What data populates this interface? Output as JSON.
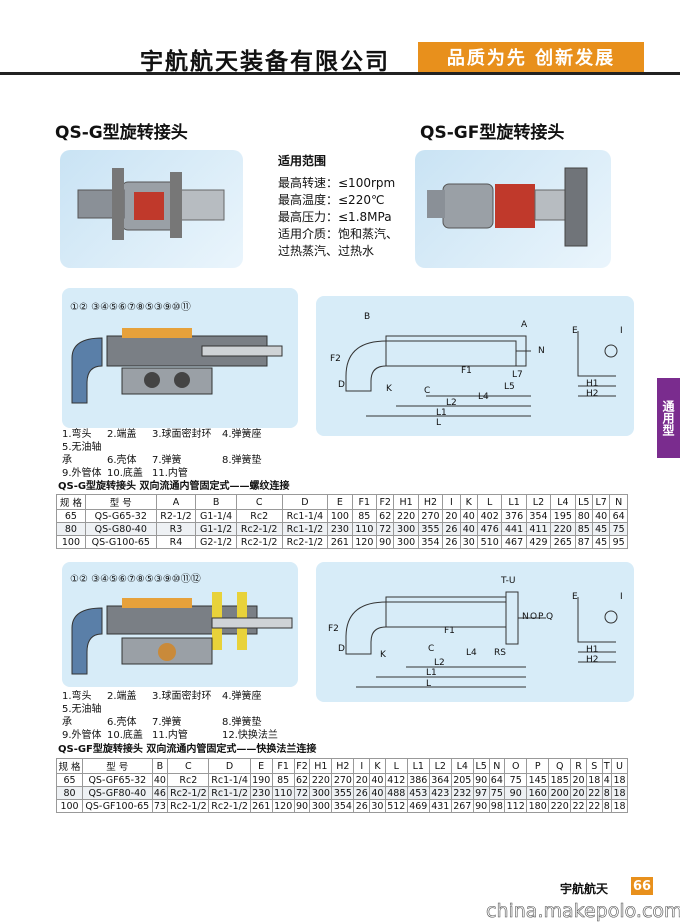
{
  "header": {
    "company": "宇航航天装备有限公司",
    "slogan": "品质为先  创新发展"
  },
  "side_tab": "通用型",
  "products": {
    "g_title": "QS-G型旋转接头",
    "gf_title": "QS-GF型旋转接头"
  },
  "specs": {
    "title": "适用范围",
    "lines": [
      "最高转速：≤100rpm",
      "最高温度：≤220℃",
      "最高压力：≤1.8MPa",
      "适用介质：饱和蒸汽、",
      "过热蒸汽、过热水"
    ]
  },
  "diagram1": {
    "callouts": "①②  ③④⑤⑥⑦⑧⑤③⑨⑩⑪",
    "legend": [
      [
        "1.弯头",
        "2.端盖",
        "3.球面密封环",
        "4.弹簧座"
      ],
      [
        "5.无油轴承",
        "6.壳体",
        "7.弹簧",
        "8.弹簧垫"
      ],
      [
        "9.外管体",
        "10.底盖",
        "11.内管",
        ""
      ]
    ]
  },
  "dims1": {
    "B": "B",
    "A": "A",
    "E": "E",
    "I": "I",
    "F2": "F2",
    "D": "D",
    "K": "K",
    "C": "C",
    "F1": "F1",
    "L4": "L4",
    "L5": "L5",
    "L7": "L7",
    "N": "N",
    "L2": "L2",
    "L1": "L1",
    "L": "L",
    "H1": "H1",
    "H2": "H2"
  },
  "table1": {
    "caption": "QS-G型旋转接头  双向流通内管固定式——螺纹连接",
    "headers": [
      "规 格",
      "型    号",
      "A",
      "B",
      "C",
      "D",
      "E",
      "F1",
      "F2",
      "H1",
      "H2",
      "I",
      "K",
      "L",
      "L1",
      "L2",
      "L4",
      "L5",
      "L7",
      "N"
    ],
    "rows": [
      [
        "65",
        "QS-G65-32",
        "R2-1/2",
        "G1-1/4",
        "Rc2",
        "Rc1-1/4",
        "100",
        "85",
        "62",
        "220",
        "270",
        "20",
        "40",
        "402",
        "376",
        "354",
        "195",
        "80",
        "40",
        "64"
      ],
      [
        "80",
        "QS-G80-40",
        "R3",
        "G1-1/2",
        "Rc2-1/2",
        "Rc1-1/2",
        "230",
        "110",
        "72",
        "300",
        "355",
        "26",
        "40",
        "476",
        "441",
        "411",
        "220",
        "85",
        "45",
        "75"
      ],
      [
        "100",
        "QS-G100-65",
        "R4",
        "G2-1/2",
        "Rc2-1/2",
        "Rc2-1/2",
        "261",
        "120",
        "90",
        "300",
        "354",
        "26",
        "30",
        "510",
        "467",
        "429",
        "265",
        "87",
        "45",
        "95"
      ]
    ]
  },
  "diagram2": {
    "callouts": "①②  ③④⑤⑥⑦⑧⑤③⑨⑩⑪⑫",
    "legend": [
      [
        "1.弯头",
        "2.端盖",
        "3.球面密封环",
        "4.弹簧座"
      ],
      [
        "5.无油轴承",
        "6.壳体",
        "7.弹簧",
        "8.弹簧垫"
      ],
      [
        "9.外管体",
        "10.底盖",
        "11.内管",
        "12.快换法兰"
      ]
    ]
  },
  "dims2": {
    "TU": "T-U",
    "F2": "F2",
    "D": "D",
    "C": "C",
    "K": "K",
    "F1": "F1",
    "L4": "L4",
    "RS": "RS",
    "L2": "L2",
    "L1": "L1",
    "L": "L",
    "N": "N",
    "O": "O",
    "P": "P",
    "Q": "Q",
    "E": "E",
    "I": "I",
    "H1": "H1",
    "H2": "H2"
  },
  "table2": {
    "caption": "QS-GF型旋转接头  双向流通内管固定式——快换法兰连接",
    "headers": [
      "规 格",
      "型    号",
      "B",
      "C",
      "D",
      "E",
      "F1",
      "F2",
      "H1",
      "H2",
      "I",
      "K",
      "L",
      "L1",
      "L2",
      "L4",
      "L5",
      "N",
      "O",
      "P",
      "Q",
      "R",
      "S",
      "T",
      "U"
    ],
    "rows": [
      [
        "65",
        "QS-GF65-32",
        "40",
        "Rc2",
        "Rc1-1/4",
        "190",
        "85",
        "62",
        "220",
        "270",
        "20",
        "40",
        "412",
        "386",
        "364",
        "205",
        "90",
        "64",
        "75",
        "145",
        "185",
        "20",
        "18",
        "4",
        "18"
      ],
      [
        "80",
        "QS-GF80-40",
        "46",
        "Rc2-1/2",
        "Rc1-1/2",
        "230",
        "110",
        "72",
        "300",
        "355",
        "26",
        "40",
        "488",
        "453",
        "423",
        "232",
        "97",
        "75",
        "90",
        "160",
        "200",
        "20",
        "22",
        "8",
        "18"
      ],
      [
        "100",
        "QS-GF100-65",
        "73",
        "Rc2-1/2",
        "Rc2-1/2",
        "261",
        "120",
        "90",
        "300",
        "354",
        "26",
        "30",
        "512",
        "469",
        "431",
        "267",
        "90",
        "98",
        "112",
        "180",
        "220",
        "22",
        "22",
        "8",
        "18"
      ]
    ]
  },
  "footer": {
    "brand": "宇航航天",
    "page": "66",
    "watermark": "china.makepolo.com"
  }
}
